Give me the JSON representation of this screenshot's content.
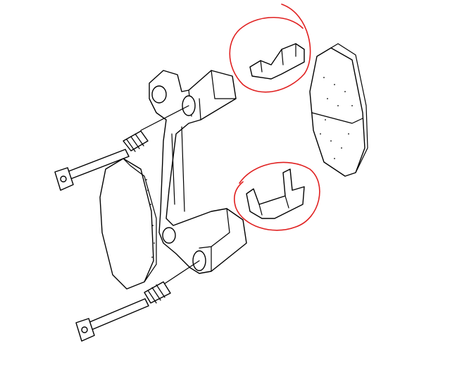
{
  "diagram": {
    "colors": {
      "line": "#000000",
      "annotation": "#e02020",
      "background": "#ffffff"
    },
    "parts": [
      "caliper-bracket",
      "inner-brake-pad",
      "outer-brake-pad",
      "upper-guide-pin",
      "lower-guide-pin",
      "upper-pad-clip",
      "lower-pad-clip"
    ],
    "annotations": [
      "upper-clip-circle",
      "lower-clip-circle"
    ]
  }
}
